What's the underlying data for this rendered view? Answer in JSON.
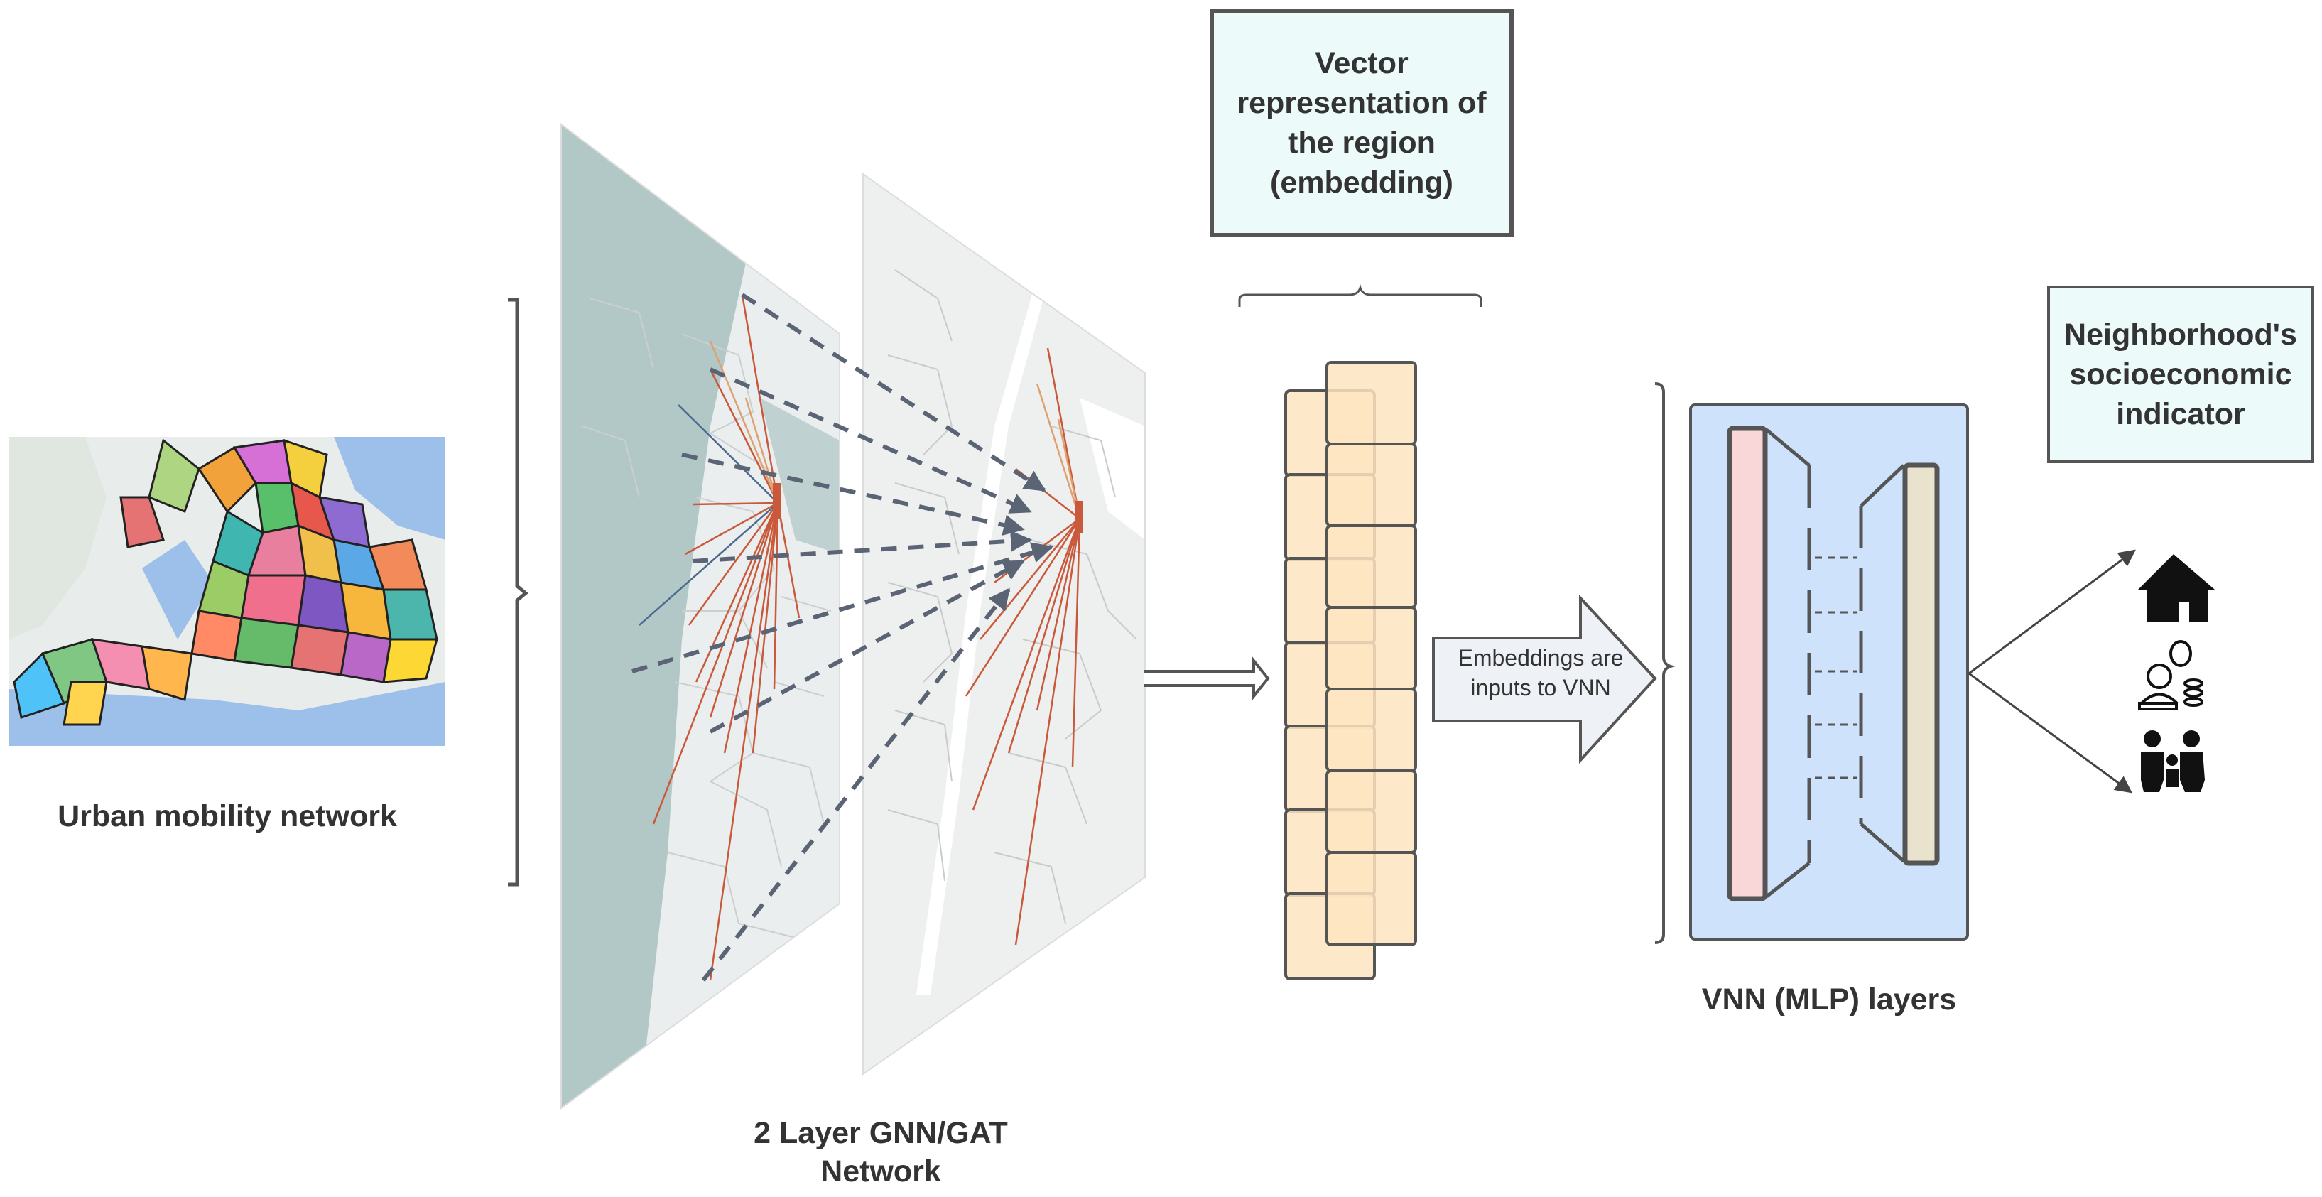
{
  "labels": {
    "urban_network": "Urban mobility network",
    "gnn": "2 Layer GNN/GAT\nNetwork",
    "embedding_box": "Vector\nrepresentation of\nthe region\n(embedding)",
    "arrow_text": "Embeddings are\ninputs to VNN",
    "vnn": "VNN (MLP) layers",
    "indicator_box": "Neighborhood's\nsocioeconomic\nindicator"
  },
  "icons": [
    "house-icon",
    "money-person-icon",
    "family-icon"
  ],
  "colors": {
    "embedding_fill": "#fde5bf",
    "vnn_fill": "#cfe2fb",
    "input_layer": "#f9d6d8",
    "output_layer": "#e9e2cc",
    "box_fill": "#ecfaf9",
    "edge_red": "#c9593a",
    "edge_blue": "#4a6a8f",
    "dash_arrow": "#5a6475"
  }
}
